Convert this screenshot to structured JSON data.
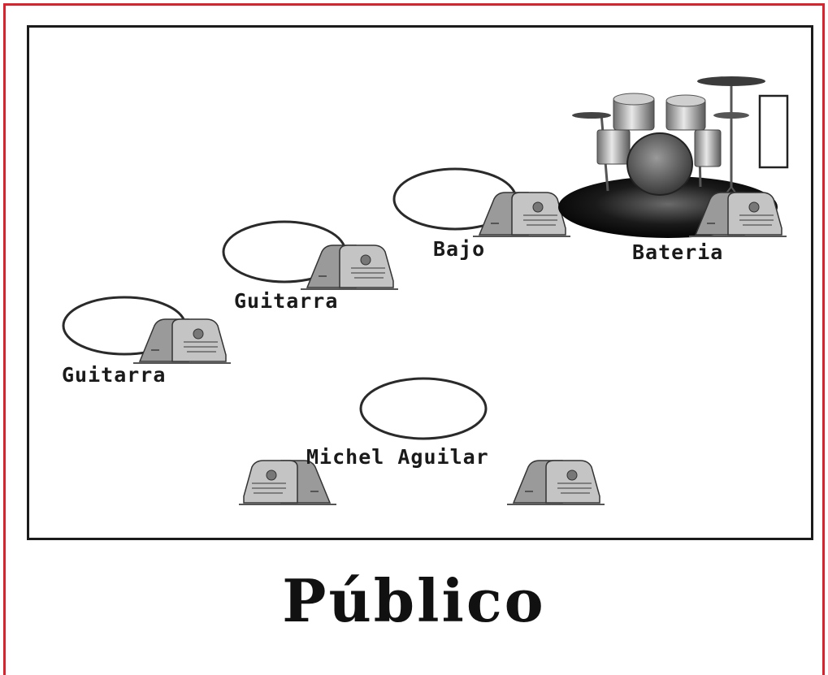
{
  "stage": {
    "labels": {
      "guitar_left": "Guitarra",
      "guitar_mid": "Guitarra",
      "bass": "Bajo",
      "drums": "Bateria",
      "vocalist": "Michel Aguilar"
    }
  },
  "audience_label": "Público",
  "colors": {
    "frame_border": "#e0202a",
    "stage_border": "#1b1b1b",
    "monitor_fill": "#b8b8b8",
    "riser_fill": "#111111"
  },
  "icons": {
    "monitor": "stage-monitor-wedge-icon",
    "position": "musician-position-oval",
    "drums": "drum-kit-icon"
  }
}
